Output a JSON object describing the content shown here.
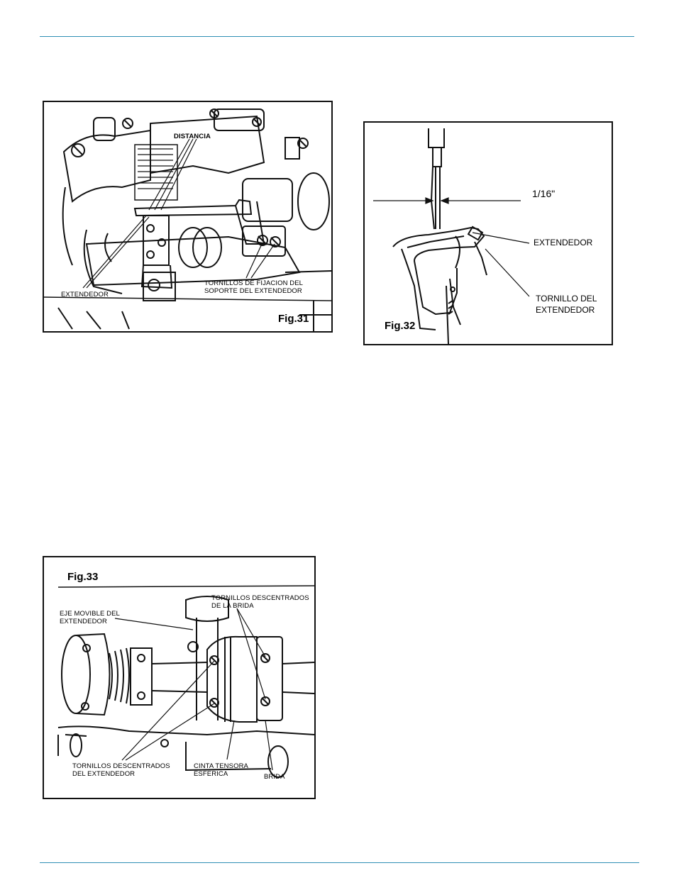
{
  "colors": {
    "rule": "#2f8fb4",
    "ink": "#111111"
  },
  "fig31": {
    "number": "Fig.31",
    "label_distancia": "DISTANCIA",
    "label_extendedor": "EXTENDEDOR",
    "label_tornillos": "TORNILLOS DE FIJACION DEL\nSOPORTE DEL EXTENDEDOR"
  },
  "fig32": {
    "number": "Fig.32",
    "label_dimension": "1/16\"",
    "label_extendedor": "EXTENDEDOR",
    "label_tornillo": "TORNILLO DEL\nEXTENDEDOR"
  },
  "fig33": {
    "number": "Fig.33",
    "label_eje": "EJE MOVIBLE DEL\nEXTENDEDOR",
    "label_tornillos_brida": "TORNILLOS DESCENTRADOS\nDE LA BRIDA",
    "label_tornillos_extendedor": "TORNILLOS DESCENTRADOS\nDEL EXTENDEDOR",
    "label_cinta": "CINTA TENSORA\nESFERICA",
    "label_brida": "BRIDA"
  }
}
